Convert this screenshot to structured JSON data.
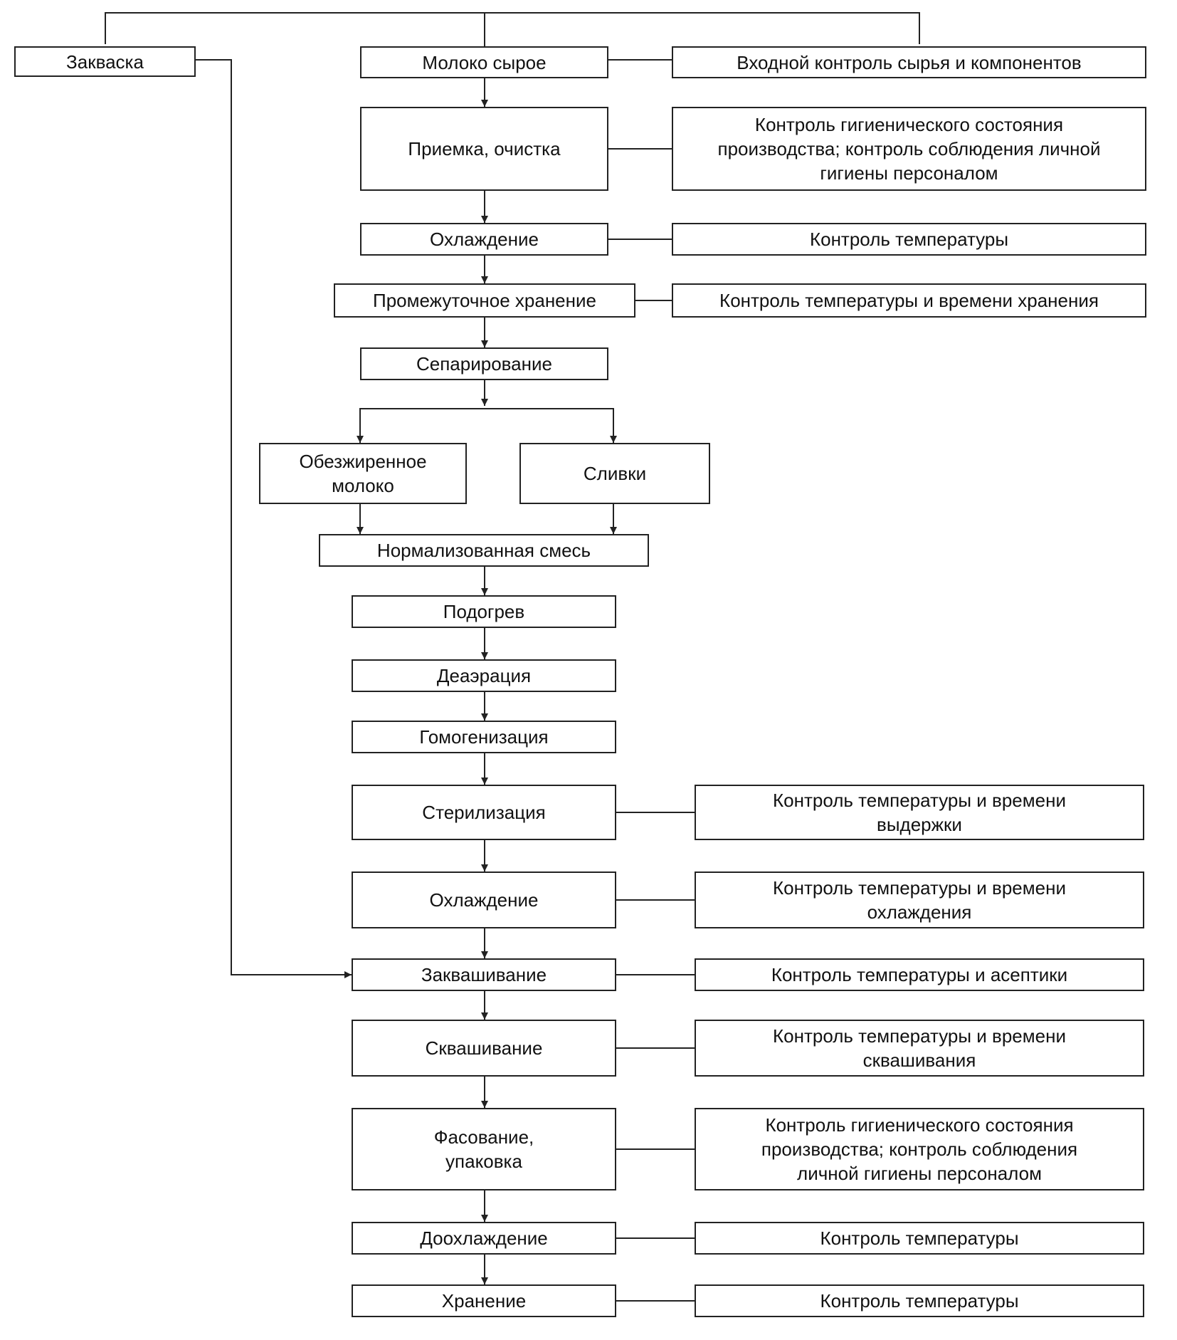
{
  "diagram": {
    "starter": "Закваска",
    "steps": {
      "raw_milk": "Молоко сырое",
      "reception": "Приемка, очистка",
      "cooling1": "Охлаждение",
      "interim_storage": "Промежуточное хранение",
      "separation": "Сепарирование",
      "skim_milk": "Обезжиренное\nмолоко",
      "cream": "Сливки",
      "normalized_mix": "Нормализованная смесь",
      "heating": "Подогрев",
      "deaeration": "Деаэрация",
      "homogenization": "Гомогенизация",
      "sterilization": "Стерилизация",
      "cooling2": "Охлаждение",
      "inoculation": "Заквашивание",
      "fermentation": "Сквашивание",
      "packaging": "Фасование,\nупаковка",
      "post_cooling": "Доохлаждение",
      "storage": "Хранение"
    },
    "controls": {
      "input_control": "Входной контроль сырья и компонентов",
      "hygiene1": "Контроль гигиенического состояния\nпроизводства; контроль соблюдения личной\nгигиены персоналом",
      "temp1": "Контроль температуры",
      "temp_storage_time": "Контроль температуры и времени хранения",
      "temp_holding": "Контроль температуры и времени\nвыдержки",
      "temp_cooling": "Контроль температуры и времени\nохлаждения",
      "temp_asepsis": "Контроль температуры и асептики",
      "temp_fermentation": "Контроль температуры и времени\nсквашивания",
      "hygiene2": "Контроль гигиенического состояния\nпроизводства; контроль соблюдения\nличной гигиены персоналом",
      "temp2": "Контроль температуры",
      "temp3": "Контроль температуры"
    }
  }
}
